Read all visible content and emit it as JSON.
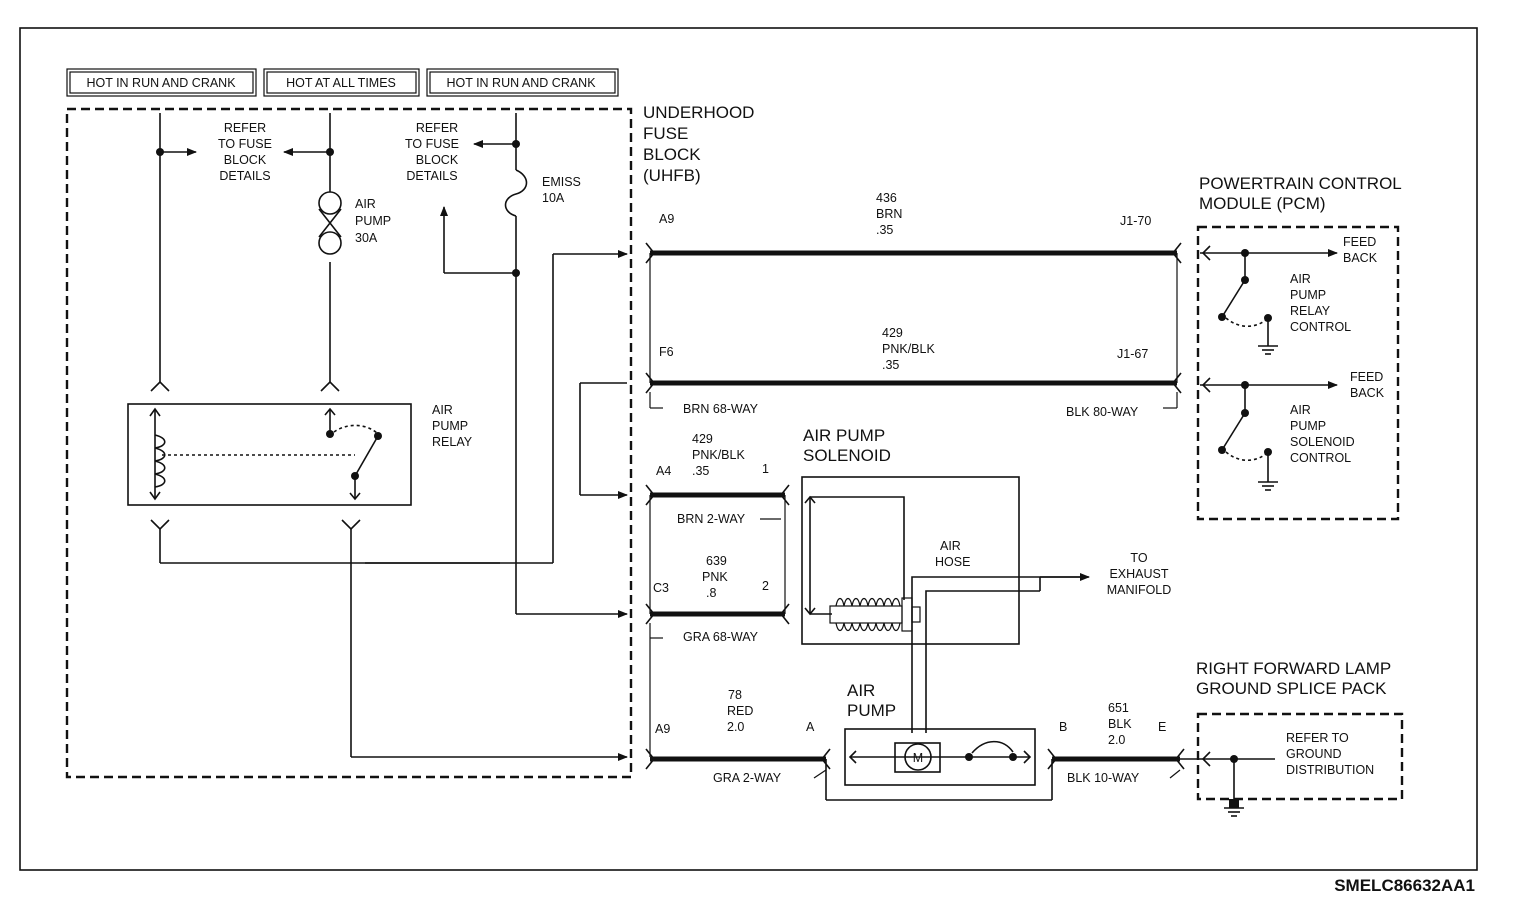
{
  "header_boxes": [
    "HOT IN RUN AND CRANK",
    "HOT AT ALL TIMES",
    "HOT IN RUN AND CRANK"
  ],
  "refer_left": [
    "REFER",
    "TO FUSE",
    "BLOCK",
    "DETAILS"
  ],
  "refer_right": [
    "REFER",
    "TO FUSE",
    "BLOCK",
    "DETAILS"
  ],
  "fuse_air_pump": [
    "AIR",
    "PUMP",
    "30A"
  ],
  "fuse_emiss": [
    "EMISS",
    "10A"
  ],
  "uhfb_title": [
    "UNDERHOOD",
    "FUSE",
    "BLOCK",
    "(UHFB)"
  ],
  "relay_label": [
    "AIR",
    "PUMP",
    "RELAY"
  ],
  "pcm": {
    "title": [
      "POWERTRAIN CONTROL",
      "MODULE (PCM)"
    ],
    "feed_back_1": [
      "FEED",
      "BACK"
    ],
    "feed_back_2": [
      "FEED",
      "BACK"
    ],
    "relay_control": [
      "AIR",
      "PUMP",
      "RELAY",
      "CONTROL"
    ],
    "solenoid_control": [
      "AIR",
      "PUMP",
      "SOLENOID",
      "CONTROL"
    ]
  },
  "wires": {
    "w436": [
      "436",
      "BRN",
      ".35"
    ],
    "w429_top": [
      "429",
      "PNK/BLK",
      ".35"
    ],
    "w429_mid": [
      "429",
      "PNK/BLK",
      ".35"
    ],
    "w639": [
      "639",
      "PNK",
      ".8"
    ],
    "w78": [
      "78",
      "RED",
      "2.0"
    ],
    "w651": [
      "651",
      "BLK",
      "2.0"
    ]
  },
  "pins": {
    "a9_top": "A9",
    "j1_70": "J1-70",
    "f6": "F6",
    "j1_67": "J1-67",
    "a4": "A4",
    "p1": "1",
    "c3": "C3",
    "p2": "2",
    "a9_bot": "A9",
    "a": "A",
    "b": "B",
    "e": "E"
  },
  "connectors": {
    "brn68": "BRN 68-WAY",
    "blk80": "BLK 80-WAY",
    "brn2": "BRN 2-WAY",
    "gra68": "GRA 68-WAY",
    "gra2": "GRA 2-WAY",
    "blk10": "BLK 10-WAY"
  },
  "solenoid_title": [
    "AIR PUMP",
    "SOLENOID"
  ],
  "air_hose": [
    "AIR",
    "HOSE"
  ],
  "exhaust": [
    "TO",
    "EXHAUST",
    "MANIFOLD"
  ],
  "air_pump_title": [
    "AIR",
    "PUMP"
  ],
  "motor_symbol": "M",
  "splice_title": [
    "RIGHT FORWARD LAMP",
    "GROUND SPLICE PACK"
  ],
  "ground_ref": [
    "REFER TO",
    "GROUND",
    "DISTRIBUTION"
  ],
  "diagram_code": "SMELC86632AA1"
}
